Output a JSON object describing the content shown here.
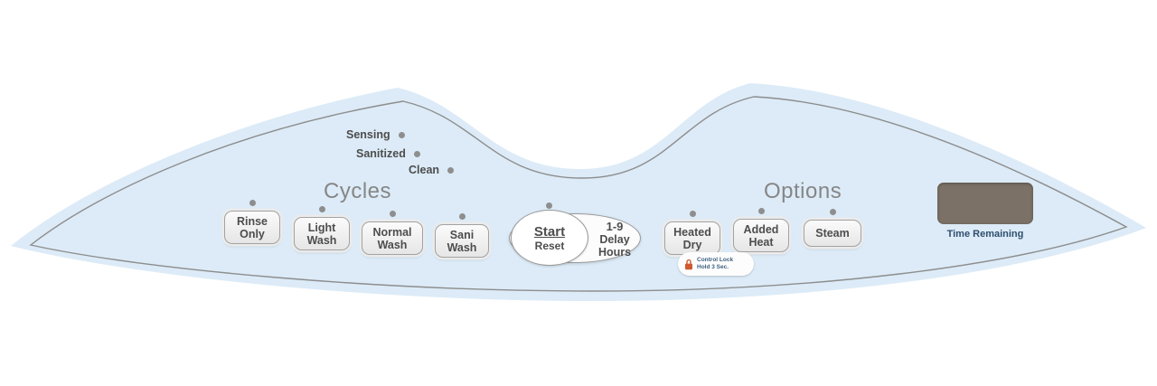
{
  "colors": {
    "panel_fill": "#dcebf7",
    "panel_outline": "#8d8d8d",
    "button_text": "#4d4d4d",
    "heading_text": "#868686",
    "display_fill": "#7b7166",
    "display_label_text": "#2f4e6e",
    "lock_icon": "#cf5a2d",
    "indicator_dot": "#8e8e8e"
  },
  "status": {
    "items": [
      {
        "label": "Sensing"
      },
      {
        "label": "Sanitized"
      },
      {
        "label": "Clean"
      }
    ]
  },
  "cycles": {
    "heading": "Cycles",
    "buttons": [
      {
        "line1": "Rinse",
        "line2": "Only"
      },
      {
        "line1": "Light",
        "line2": "Wash"
      },
      {
        "line1": "Normal",
        "line2": "Wash"
      },
      {
        "line1": "Sani",
        "line2": "Wash"
      }
    ]
  },
  "start_control": {
    "start_label": "Start",
    "reset_label": "Reset",
    "delay_line1": "1-9",
    "delay_line2": "Delay",
    "delay_line3": "Hours"
  },
  "options": {
    "heading": "Options",
    "buttons": [
      {
        "line1": "Heated",
        "line2": "Dry"
      },
      {
        "line1": "Added",
        "line2": "Heat"
      },
      {
        "line1": "Steam"
      }
    ]
  },
  "control_lock": {
    "line1": "Control Lock",
    "line2": "Hold 3 Sec."
  },
  "display": {
    "label": "Time Remaining"
  }
}
